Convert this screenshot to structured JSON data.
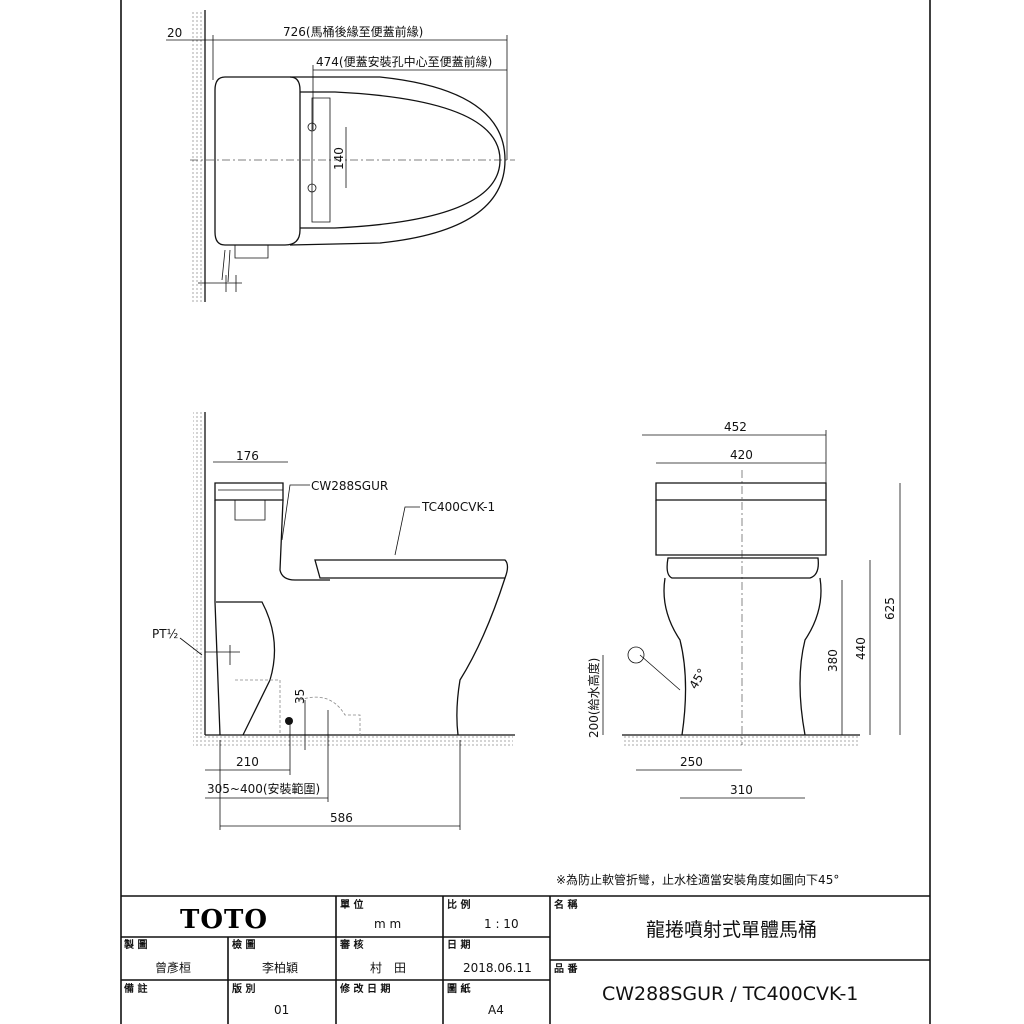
{
  "top_view": {
    "dim_wall": "20",
    "dim_total": "726(馬桶後緣至便蓋前緣)",
    "dim_seat": "474(便蓋安裝孔中心至便蓋前緣)",
    "dim_holes": "140"
  },
  "side_view": {
    "dim_tank": "176",
    "label_bowl": "CW288SGUR",
    "label_seat": "TC400CVK-1",
    "label_pipe": "PT½",
    "dim_35": "35",
    "dim_210": "210",
    "dim_range": "305~400(安裝範圍)",
    "dim_586": "586"
  },
  "front_view": {
    "dim_452": "452",
    "dim_420": "420",
    "dim_625": "625",
    "dim_440": "440",
    "dim_380": "380",
    "dim_supply": "200(給水高度)",
    "angle": "45°",
    "dim_250": "250",
    "dim_310": "310"
  },
  "note": "※為防止軟管折彎，止水栓適當安裝角度如圖向下45°",
  "title_block": {
    "logo": "TOTO",
    "unit_label": "單 位",
    "unit_value": "m m",
    "scale_label": "比 例",
    "scale_value": "1 : 10",
    "name_label": "名 稱",
    "name_value": "龍捲噴射式單體馬桶",
    "drawn_label": "製 圖",
    "drawn_value": "曾彥桓",
    "checked_label": "檢 圖",
    "checked_value": "李柏穎",
    "approved_label": "審 核",
    "approved_value": "村　田",
    "date_label": "日 期",
    "date_value": "2018.06.11",
    "part_label": "品 番",
    "part_value": "CW288SGUR / TC400CVK-1",
    "remarks_label": "備 註",
    "version_label": "版 別",
    "version_value": "01",
    "revision_label": "修 改 日 期",
    "paper_label": "圖 紙",
    "paper_value": "A4"
  }
}
